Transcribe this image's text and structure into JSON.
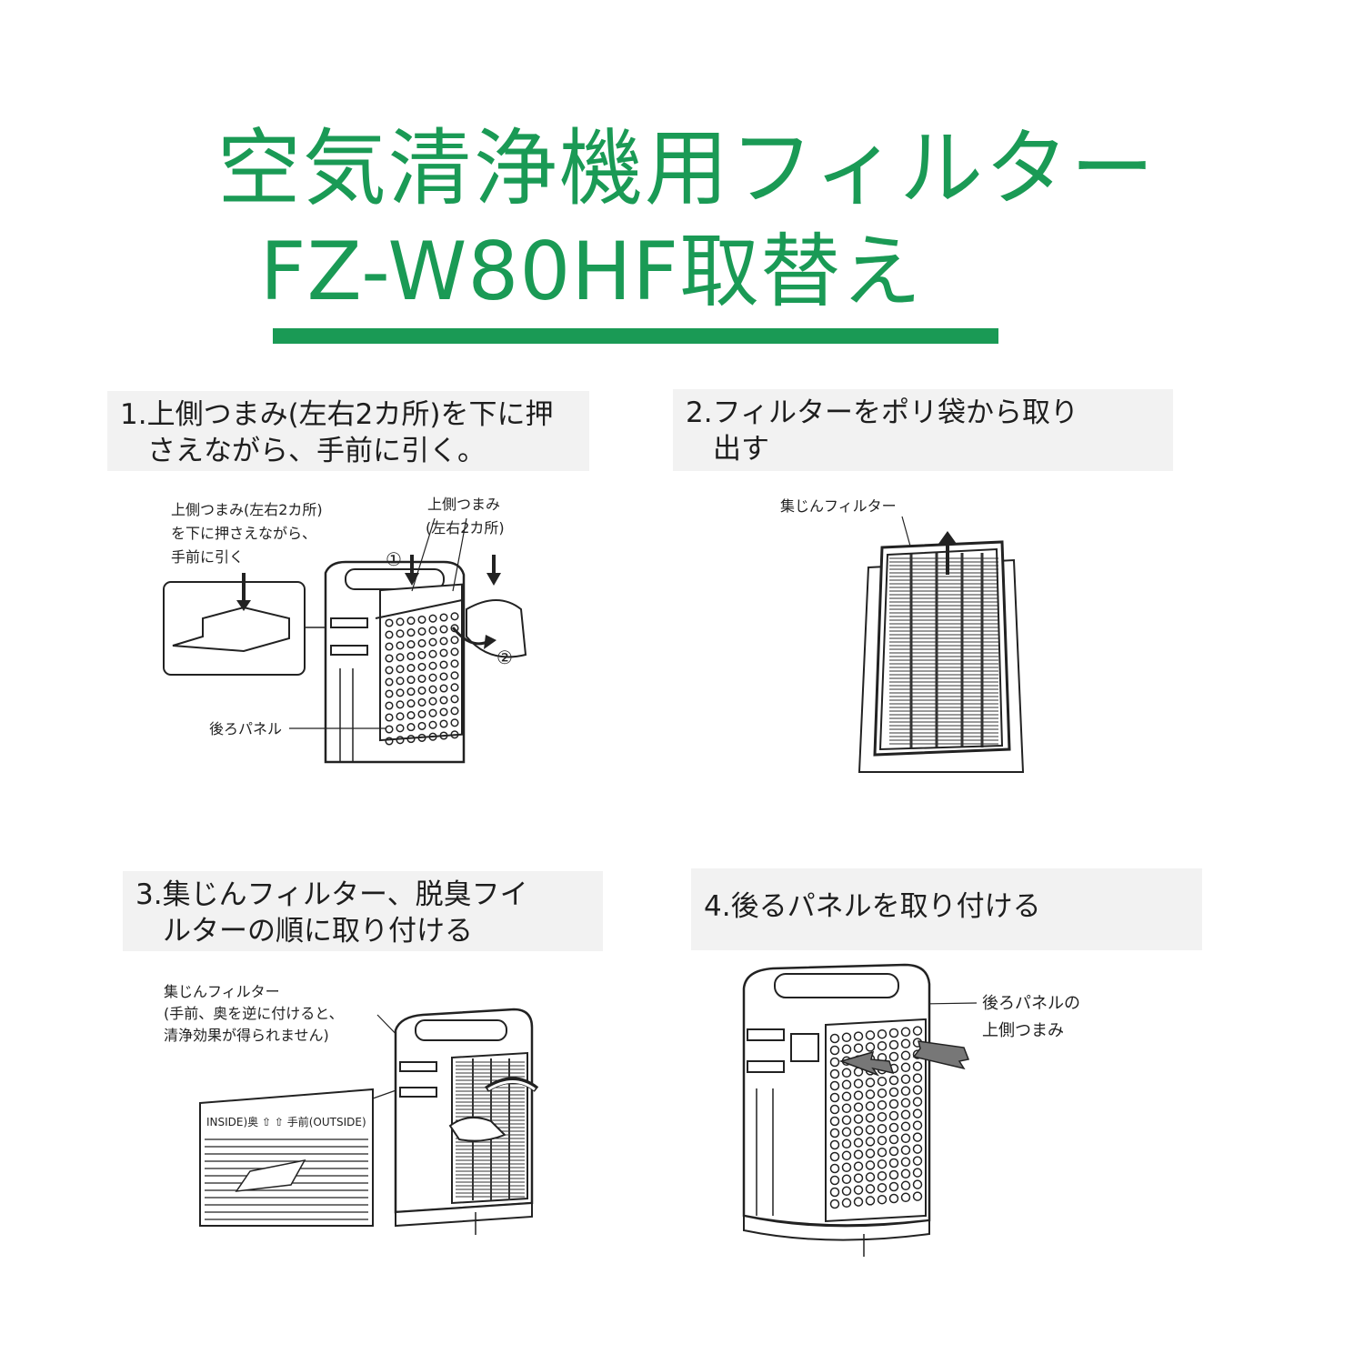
{
  "title": {
    "line1": "空気清浄機用フィルター",
    "line2": "FZ-W80HF取替え"
  },
  "steps": [
    {
      "caption_line1": "1.上側つまみ(左右2カ所)を下に押",
      "caption_line2": "さえながら、手前に引く。",
      "labels": {
        "a1": "上側つまみ(左右2カ所)",
        "a2": "を下に押さえながら、",
        "a3": "手前に引く",
        "b1": "上側つまみ",
        "b2": "(左右2カ所)",
        "c1": "後ろパネル",
        "n1": "①",
        "n2": "②"
      }
    },
    {
      "caption_line1": "2.フィルターをポリ袋から取り",
      "caption_line2": "出す",
      "labels": {
        "a1": "集じんフィルター"
      }
    },
    {
      "caption_line1": "3.集じんフィルター、脱臭フイ",
      "caption_line2": "ルターの順に取り付ける",
      "labels": {
        "a1": "集じんフィルター",
        "a2": "(手前、奥を逆に付けると、",
        "a3": "清浄効果が得られません)",
        "tag": "INSIDE)奥 ⇧ ⇧ 手前(OUTSIDE)"
      }
    },
    {
      "caption_line1": "4.後るパネルを取り付ける",
      "caption_line2": "",
      "labels": {
        "a1": "後ろパネルの",
        "a2": "上側つまみ"
      }
    }
  ]
}
